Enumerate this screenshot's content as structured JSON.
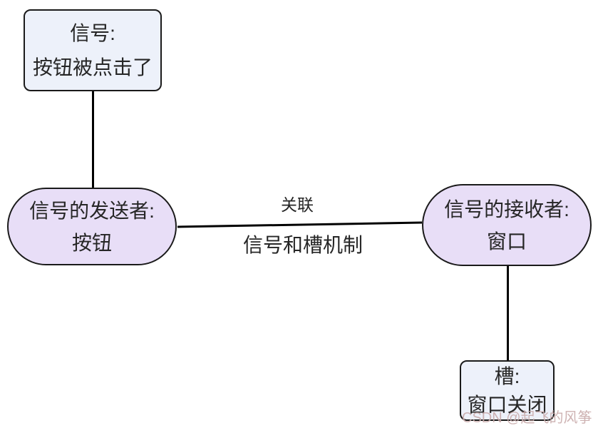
{
  "diagram": {
    "nodes": {
      "signal": {
        "line1": "信号:",
        "line2": "按钮被点击了"
      },
      "sender": {
        "line1": "信号的发送者:",
        "line2": "按钮"
      },
      "receiver": {
        "line1": "信号的接收者:",
        "line2": "窗口"
      },
      "slot": {
        "line1": "槽:",
        "line2": "窗口关闭"
      }
    },
    "edge_labels": {
      "top": "关联",
      "bottom": "信号和槽机制"
    },
    "watermark": "CSDN @起飞的风筝",
    "colors": {
      "box_fill": "#edf1fa",
      "pill_fill": "#e8def7",
      "border": "#1a1a1a",
      "text": "#262626",
      "connector": "#000000",
      "watermark": "#c9abab"
    }
  }
}
